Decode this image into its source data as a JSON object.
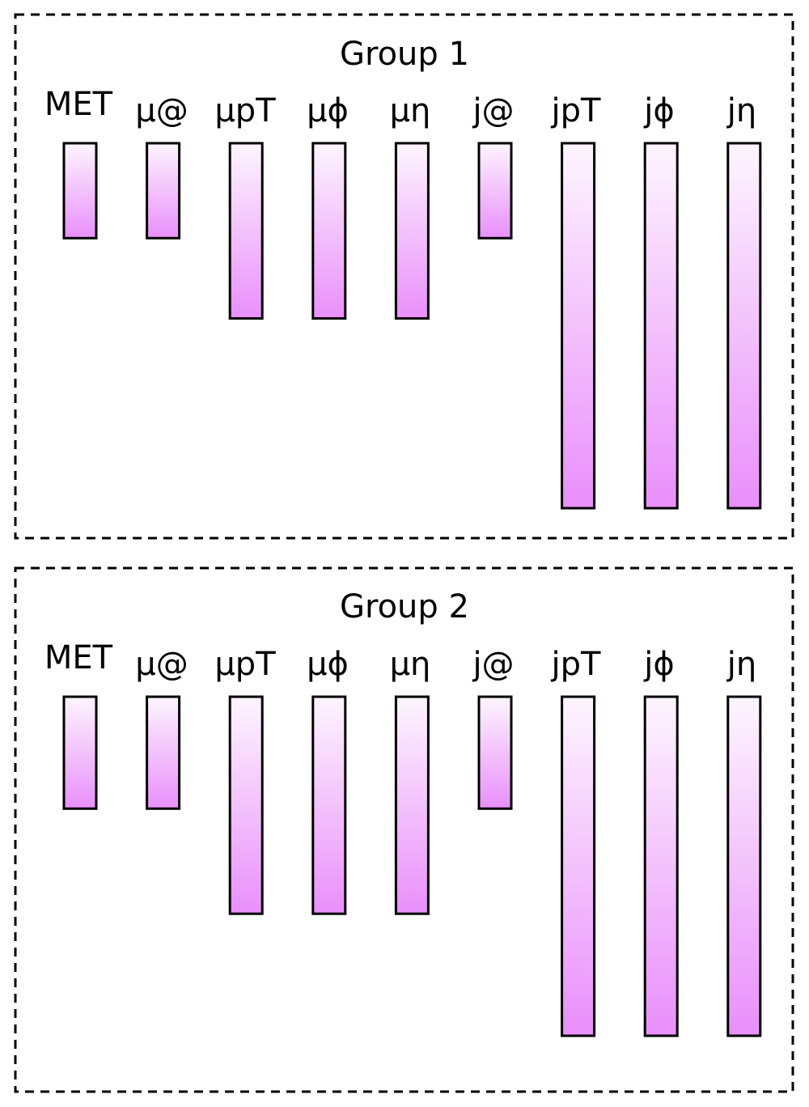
{
  "colors": {
    "bar_top": "#fdf5fe",
    "bar_bottom": "#e98ffb",
    "outline": "#000000"
  },
  "groups": [
    {
      "title": "Group 1",
      "features": [
        {
          "label": "MET",
          "length": 0.26
        },
        {
          "label": "μ@",
          "length": 0.26
        },
        {
          "label": "μpT",
          "length": 0.48
        },
        {
          "label": "μϕ",
          "length": 0.48
        },
        {
          "label": "μη",
          "length": 0.48
        },
        {
          "label": "j@",
          "length": 0.26
        },
        {
          "label": "jpT",
          "length": 1.0
        },
        {
          "label": "jϕ",
          "length": 1.0
        },
        {
          "label": "jη",
          "length": 1.0
        }
      ]
    },
    {
      "title": "Group 2",
      "features": [
        {
          "label": "MET",
          "length": 0.33
        },
        {
          "label": "μ@",
          "length": 0.33
        },
        {
          "label": "μpT",
          "length": 0.64
        },
        {
          "label": "μϕ",
          "length": 0.64
        },
        {
          "label": "μη",
          "length": 0.64
        },
        {
          "label": "j@",
          "length": 0.33
        },
        {
          "label": "jpT",
          "length": 1.0
        },
        {
          "label": "jϕ",
          "length": 1.0
        },
        {
          "label": "jη",
          "length": 1.0
        }
      ]
    }
  ]
}
